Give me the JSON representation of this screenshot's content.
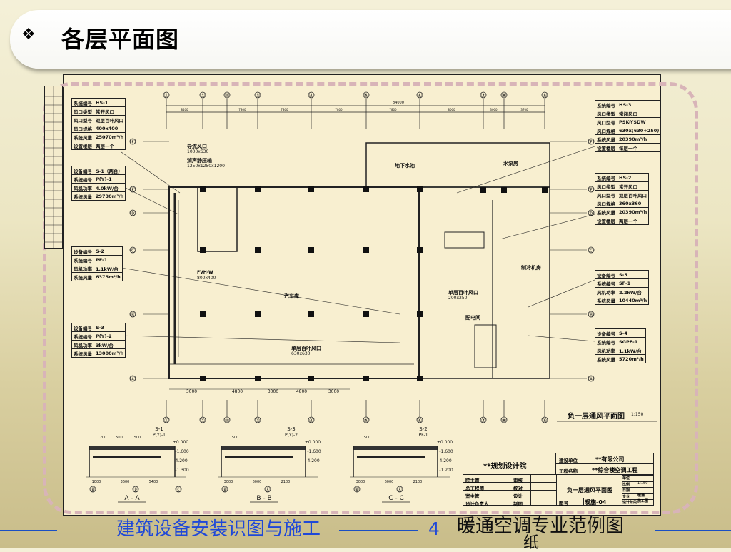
{
  "slide": {
    "bullet_icon": "diamond-bullet",
    "title": "各层平面图",
    "footer": {
      "course": "建筑设备安装识图与施工",
      "chapter_number": "4",
      "chapter_title": "暖通空调专业范例图",
      "chapter_title_wrap": "纸",
      "accent_color": "#1f48d8"
    }
  },
  "drawing": {
    "plan_title": "负一层通风平面图",
    "plan_scale": "1:150",
    "overall_dim": "84000",
    "top_axes": [
      "①",
      "②",
      "⑩",
      "③",
      "④",
      "⑤",
      "⑥",
      "⑦",
      "⑧",
      "⑨"
    ],
    "top_dims": [
      "8400",
      "7800",
      "7800",
      "7800",
      "7800",
      "8000",
      "3000",
      "3700"
    ],
    "row_axes": [
      "Ⓕ",
      "Ⓔ",
      "Ⓓ",
      "Ⓒ",
      "Ⓑ",
      "Ⓐ"
    ],
    "bottom_dims": [
      "3000",
      "4800",
      "3000",
      "4800",
      "3000"
    ],
    "rooms": {
      "pool": "地下水池",
      "pump": "水泵房",
      "garage": "汽车库",
      "chiller": "制冷机房",
      "power": "配电间"
    },
    "notes": {
      "guide_outlet": "导流风口",
      "guide_outlet_size": "1000x630",
      "silencer": "消声静压箱",
      "silencer_size": "1250x1250x1200",
      "louver1": "单层百叶风口",
      "louver1_size": "630x630",
      "louver2": "单层百叶风口",
      "louver2_size": "200x250",
      "fvh": "FVH-W",
      "fvh_size": "800x400"
    },
    "tables_left": [
      {
        "rows": [
          [
            "系统编号",
            "HS-1"
          ],
          [
            "风口类型",
            "常开风口"
          ],
          [
            "风口型号",
            "双层百叶风口"
          ],
          [
            "风口规格",
            "400x400"
          ],
          [
            "系统风量",
            "25070m³/h"
          ],
          [
            "设置楼层",
            "两层一个"
          ]
        ]
      },
      {
        "rows": [
          [
            "设备编号",
            "S-1（两台）"
          ],
          [
            "系统编号",
            "P(Y)-1"
          ],
          [
            "风机功率",
            "4.0kW/台"
          ],
          [
            "系统风量",
            "29730m³/h"
          ]
        ]
      },
      {
        "rows": [
          [
            "设备编号",
            "S-2"
          ],
          [
            "系统编号",
            "PF-1"
          ],
          [
            "风机功率",
            "1.1kW/台"
          ],
          [
            "系统风量",
            "6375m³/h"
          ]
        ]
      },
      {
        "rows": [
          [
            "设备编号",
            "S-3"
          ],
          [
            "系统编号",
            "P(Y)-2"
          ],
          [
            "风机功率",
            "3kW/台"
          ],
          [
            "系统风量",
            "13000m³/h"
          ]
        ]
      }
    ],
    "tables_right": [
      {
        "rows": [
          [
            "系统编号",
            "HS-3"
          ],
          [
            "风口类型",
            "常闭风口"
          ],
          [
            "风口型号",
            "PSK-YSDW"
          ],
          [
            "风口规格",
            "630x(630+250)"
          ],
          [
            "系统风量",
            "20390m³/h"
          ],
          [
            "设置楼层",
            "每层一个"
          ]
        ]
      },
      {
        "rows": [
          [
            "系统编号",
            "HS-2"
          ],
          [
            "风口类型",
            "常开风口"
          ],
          [
            "风口型号",
            "双层百叶风口"
          ],
          [
            "风口规格",
            "360x360"
          ],
          [
            "系统风量",
            "20390m³/h"
          ],
          [
            "设置楼层",
            "两层一个"
          ]
        ]
      },
      {
        "rows": [
          [
            "设备编号",
            "S-5"
          ],
          [
            "系统编号",
            "SF-1"
          ],
          [
            "风机功率",
            "2.2kW/台"
          ],
          [
            "系统风量",
            "10440m³/h"
          ]
        ]
      },
      {
        "rows": [
          [
            "设备编号",
            "S-4"
          ],
          [
            "系统编号",
            "SGPF-1"
          ],
          [
            "风机功率",
            "1.1kW/台"
          ],
          [
            "系统风量",
            "5720m³/h"
          ]
        ]
      }
    ],
    "sections": [
      {
        "name": "A - A",
        "equip": "S-1",
        "system": "P(Y)-1",
        "levels": [
          "±0.000",
          "-1.600",
          "-4.200",
          "-1.300"
        ],
        "dims": [
          "1000",
          "3600",
          "5400",
          "1200",
          "500",
          "1500"
        ],
        "axes": [
          "Ⓑ",
          "Ⓓ",
          "Ⓒ"
        ]
      },
      {
        "name": "B - B",
        "equip": "S-3",
        "system": "P(Y)-2",
        "levels": [
          "±0.000",
          "-1.600",
          "-4.200"
        ],
        "dims": [
          "3000",
          "6000",
          "2100",
          "1500"
        ],
        "axes": [
          "Ⓑ",
          "Ⓐ"
        ]
      },
      {
        "name": "C - C",
        "equip": "S-2",
        "system": "PF-1",
        "levels": [
          "±0.000",
          "-1.600",
          "-4.200",
          "-1.200"
        ],
        "dims": [
          "3000",
          "6000",
          "2100",
          "1500"
        ],
        "axes": [
          "Ⓑ",
          "Ⓐ"
        ]
      }
    ],
    "title_block": {
      "institute": "**规划设计院",
      "client_label": "建设单位",
      "client": "**有限公司",
      "project_label": "工程名称",
      "project": "**综合楼空调工程",
      "drawing_name": "负一层通风平面图",
      "roles": [
        "院主管",
        "总工程师",
        "室主管",
        "设计负责人"
      ],
      "checks": [
        "审核",
        "校对",
        "设计",
        "制图"
      ],
      "right_labels": [
        "单位",
        "比例",
        "日期",
        "专业",
        "设计阶段"
      ],
      "scale": "1:150",
      "discipline": "暖通",
      "stage": "施工图",
      "sheet_label": "图号",
      "sheet_no": "暖施-04"
    }
  }
}
